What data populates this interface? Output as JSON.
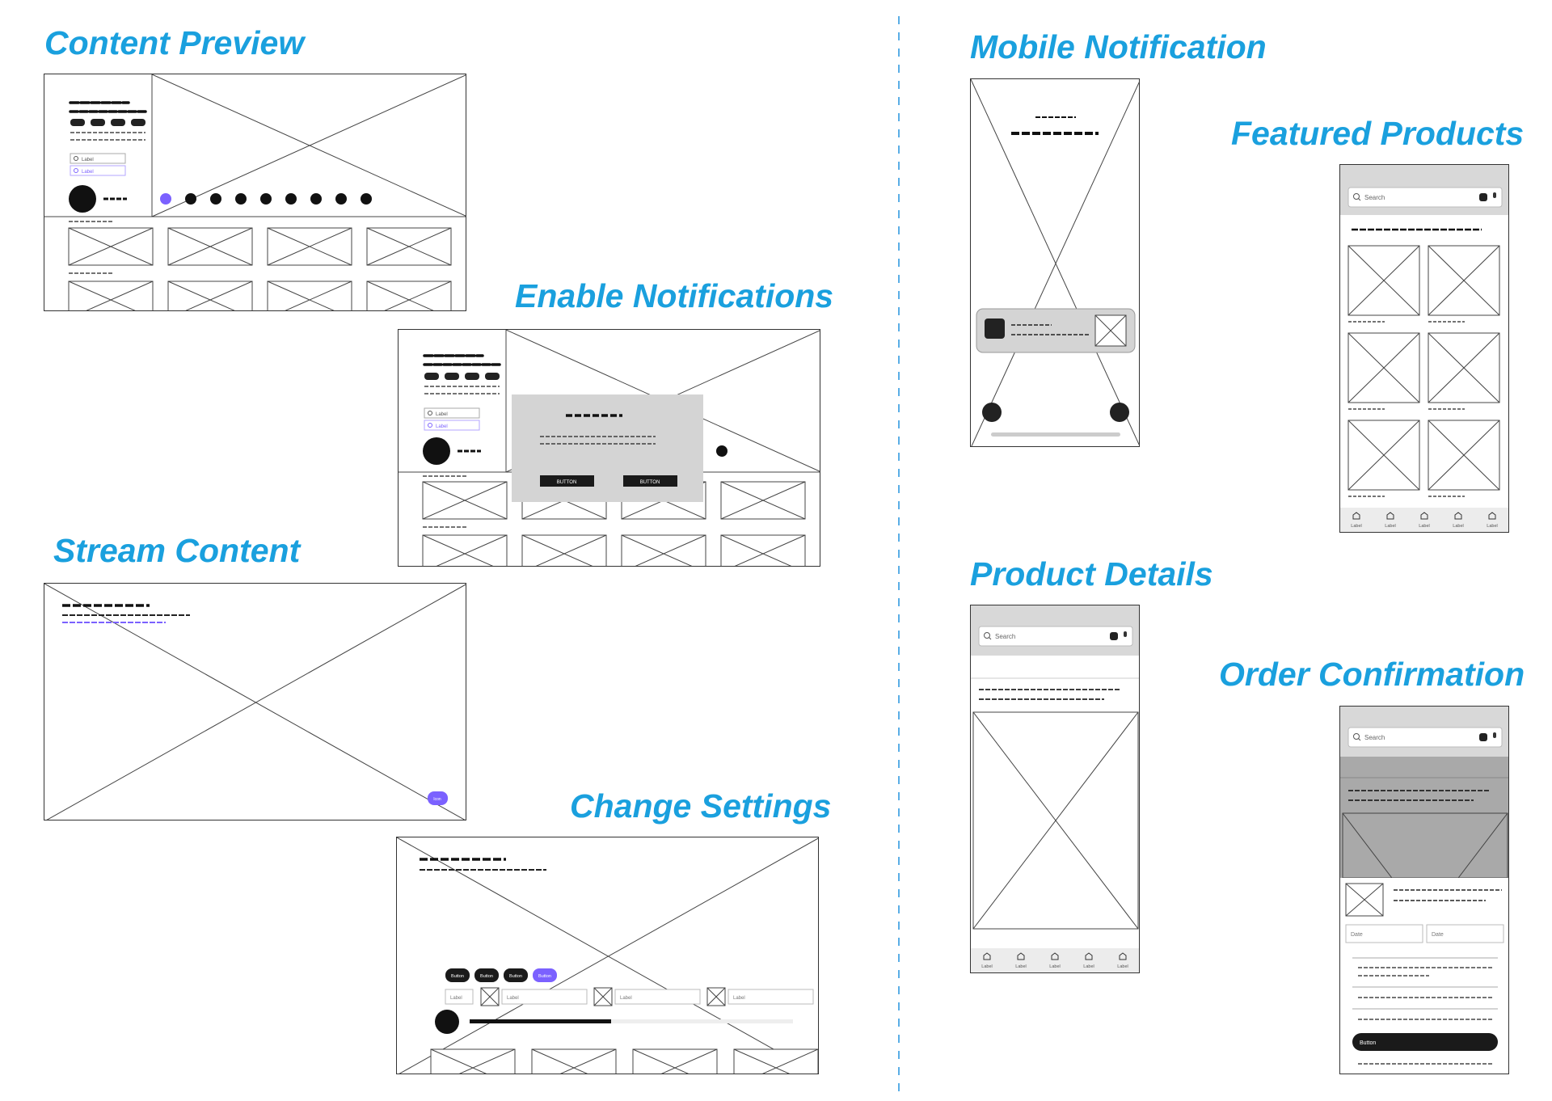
{
  "titles": {
    "content_preview": "Content Preview",
    "enable_notifications": "Enable Notifications",
    "stream_content": "Stream Content",
    "change_settings": "Change Settings",
    "mobile_notification": "Mobile Notification",
    "featured_products": "Featured Products",
    "product_details": "Product Details",
    "order_confirmation": "Order Confirmation"
  },
  "labels": {
    "label": "Label",
    "button": "Button",
    "button_caps": "BUTTON",
    "search": "Search",
    "date": "Date",
    "icon": "Icon"
  },
  "colors": {
    "accent": "#7b61ff",
    "title": "#1aa0de",
    "divider": "#5aaee6"
  }
}
